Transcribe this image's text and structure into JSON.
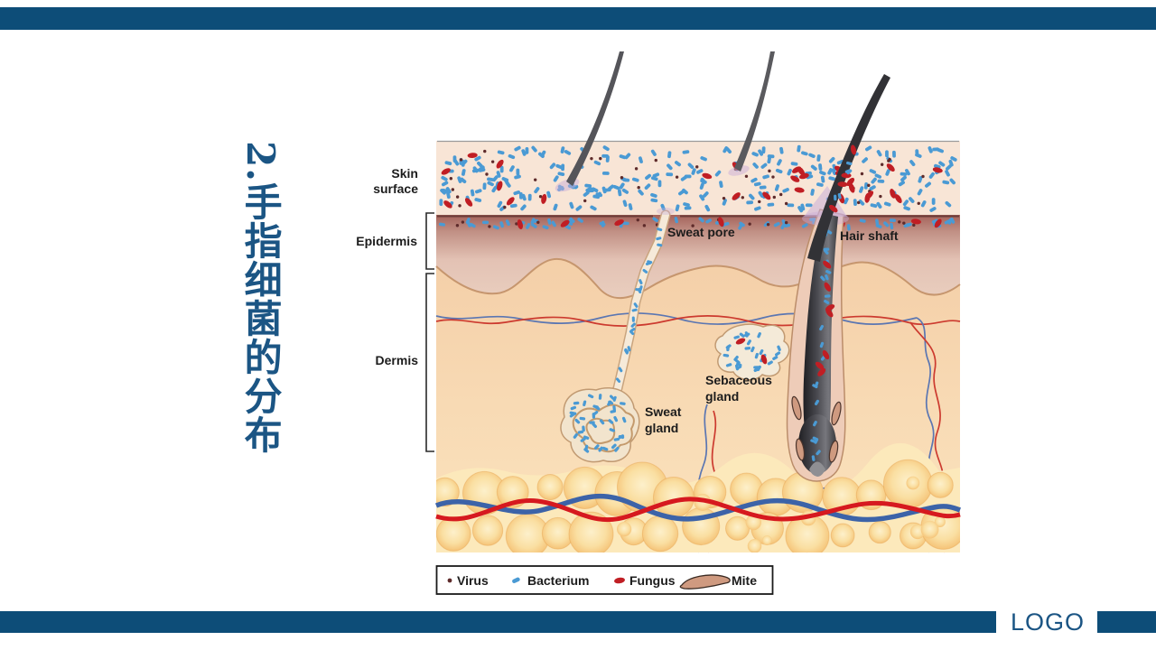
{
  "slide": {
    "title": "2.手指细菌的分布",
    "footer_logo": "LOGO"
  },
  "diagram": {
    "labels": {
      "skin_surface_line1": "Skin",
      "skin_surface_line2": "surface",
      "epidermis": "Epidermis",
      "dermis": "Dermis",
      "sweat_pore": "Sweat pore",
      "hair_shaft": "Hair shaft",
      "sebaceous_line1": "Sebaceous",
      "sebaceous_line2": "gland",
      "sweat_gland_line1": "Sweat",
      "sweat_gland_line2": "gland"
    },
    "legend": {
      "items": [
        {
          "label": "Virus"
        },
        {
          "label": "Bacterium"
        },
        {
          "label": "Fungus"
        },
        {
          "label": "Mite"
        }
      ]
    },
    "colors": {
      "accent_bar": "#0d4d78",
      "title_blue": "#1b5584",
      "bacterium": "#4a9ad4",
      "fungus": "#c01e24",
      "virus": "#5e2b2b",
      "mite": "#cf9a80",
      "vessel_red": "#d6191f",
      "vessel_blue": "#3c63a8"
    }
  }
}
